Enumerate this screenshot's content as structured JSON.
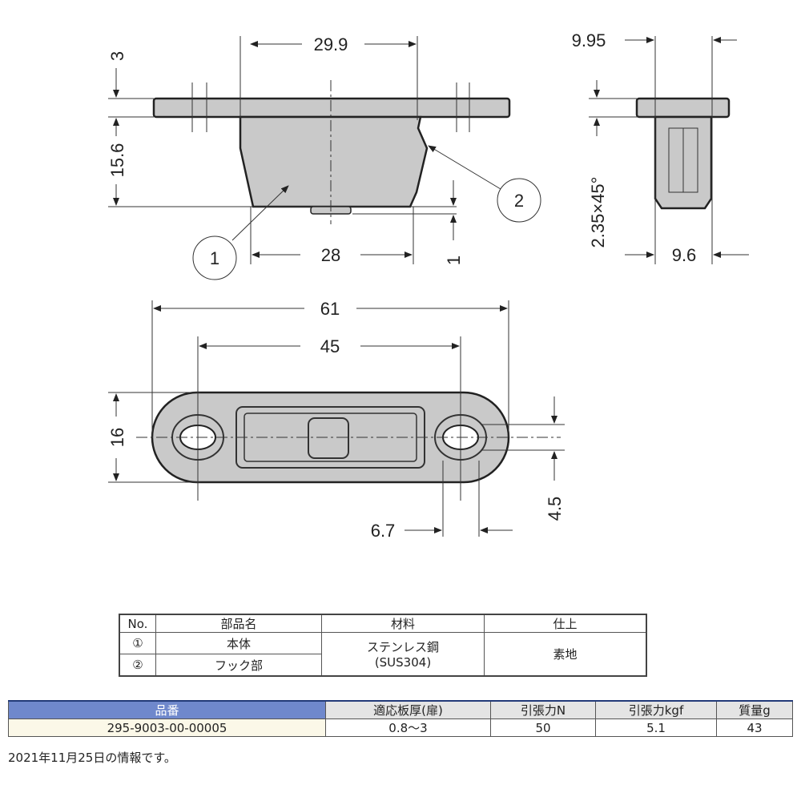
{
  "drawing": {
    "front": {
      "width_top": "29.9",
      "width_bottom": "28",
      "flange_thickness": "3",
      "body_height": "15.6",
      "protrusion": "1"
    },
    "side": {
      "width_top": "9.95",
      "width_bottom": "9.6",
      "chamfer": "2.35×45°"
    },
    "plan": {
      "overall_length": "61",
      "hole_pitch": "45",
      "width": "16",
      "hole_width": "4.5",
      "hole_length": "6.7"
    },
    "callouts": [
      "1",
      "2"
    ]
  },
  "parts_table": {
    "headers": [
      "No.",
      "部品名",
      "材料",
      "仕上"
    ],
    "rows": [
      {
        "no": "①",
        "name": "本体"
      },
      {
        "no": "②",
        "name": "フック部"
      }
    ],
    "material": [
      "ステンレス鋼",
      "(SUS304)"
    ],
    "finish": "素地"
  },
  "spec_table": {
    "headers": [
      "品番",
      "適応板厚(扉)",
      "引張力N",
      "引張力kgf",
      "質量g"
    ],
    "row": [
      "295-9003-00-00005",
      "0.8～3",
      "50",
      "5.1",
      "43"
    ]
  },
  "note": "2021年11月25日の情報です。"
}
